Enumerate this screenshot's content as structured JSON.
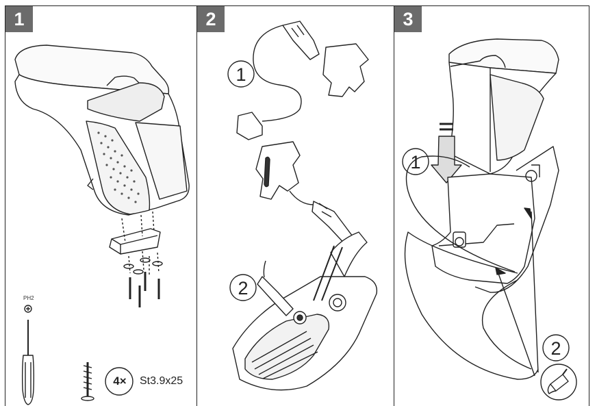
{
  "steps": [
    {
      "number": "1",
      "tool_label": "PH2",
      "screw_count": "4×",
      "screw_spec": "St3.9x25"
    },
    {
      "number": "2",
      "callout_a": "1",
      "callout_b": "2"
    },
    {
      "number": "3",
      "callout_a": "1",
      "callout_b": "2"
    }
  ],
  "icons": {
    "screwdriver": "phillips-screwdriver-icon",
    "screw": "wood-screw-icon",
    "glue": "adhesive-applicator-icon",
    "arrow": "push-down-arrow-icon"
  },
  "colors": {
    "badge": "#6b6b6b",
    "line": "#222222"
  }
}
